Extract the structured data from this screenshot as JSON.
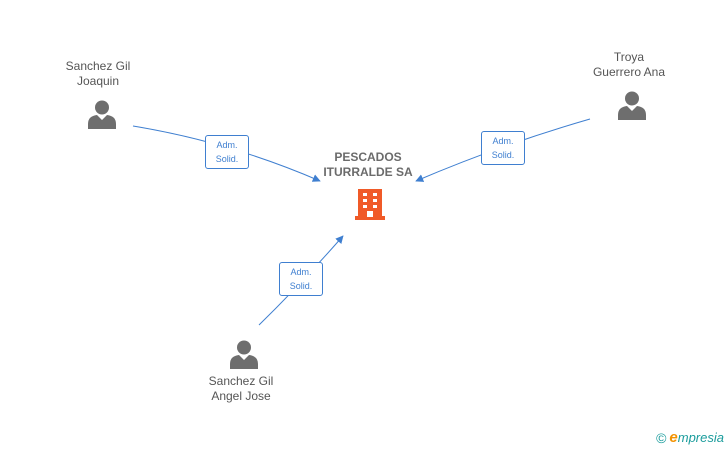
{
  "company": {
    "name_line1": "PESCADOS",
    "name_line2": "ITURRALDE SA",
    "icon": "building-icon",
    "color": "#f05a28"
  },
  "persons": [
    {
      "line1": "Sanchez Gil",
      "line2": "Joaquin",
      "icon": "person-icon"
    },
    {
      "line1": "Troya",
      "line2": "Guerrero Ana",
      "icon": "person-icon"
    },
    {
      "line1": "Sanchez Gil",
      "line2": "Angel Jose",
      "icon": "person-icon"
    }
  ],
  "relations": [
    {
      "line1": "Adm.",
      "line2": "Solid."
    },
    {
      "line1": "Adm.",
      "line2": "Solid."
    },
    {
      "line1": "Adm.",
      "line2": "Solid."
    }
  ],
  "colors": {
    "edge": "#3f7fd0",
    "person_icon": "#6e6e6e",
    "label_text": "#555555"
  },
  "brand": {
    "copyright": "©",
    "e_letter": "e",
    "rest": "mpresia"
  }
}
